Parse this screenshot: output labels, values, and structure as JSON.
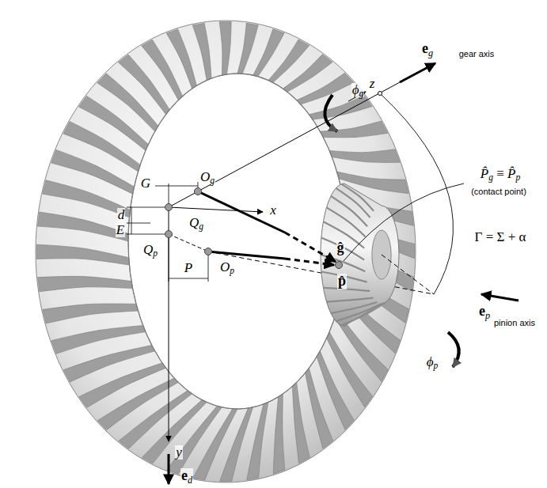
{
  "diagram": {
    "labels": [
      "eg",
      "gear axis",
      "z",
      "ϕg",
      "Og",
      "G",
      "d",
      "Qg",
      "x",
      "E",
      "Qp",
      "P",
      "Op",
      "ĝ",
      "p̂",
      "P̂g ≡ P̂p",
      "(contact point)",
      "Γ = Σ + α",
      "ϕp",
      "ep",
      "pinion axis",
      "y",
      "ed"
    ]
  }
}
